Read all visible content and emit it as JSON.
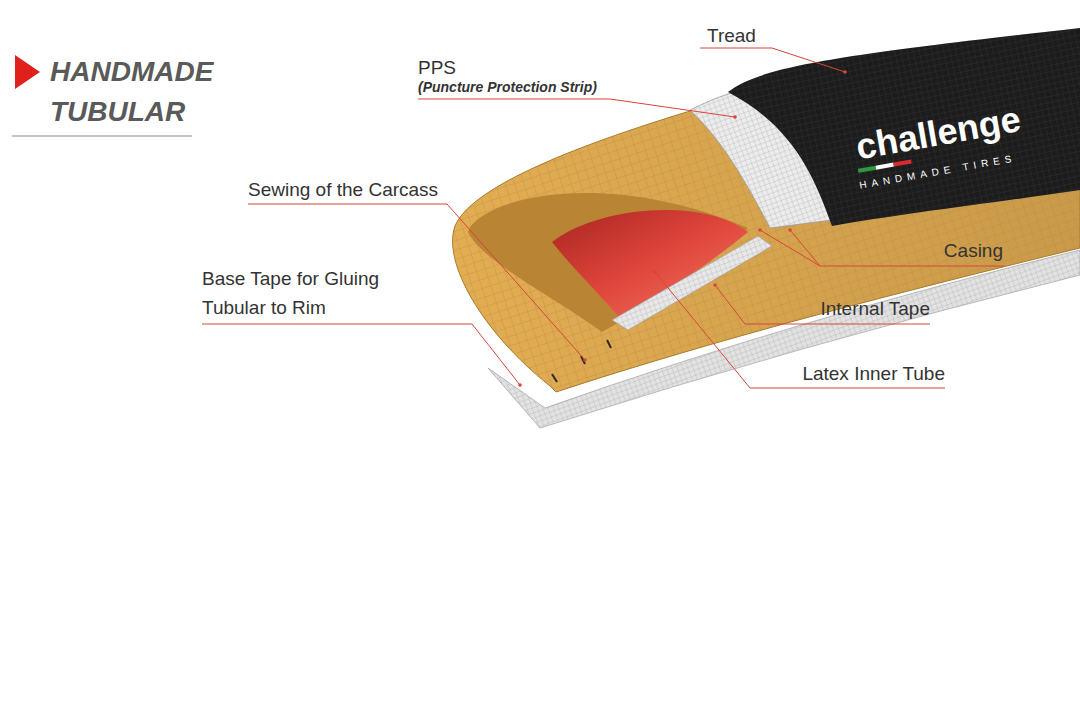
{
  "diagram": {
    "title": "HANDMADE TUBULAR",
    "labels": [
      "Tread",
      "PPS",
      "(Puncture Protection Strip)",
      "Sewing of the Carcass",
      "Base Tape for Gluing Tubular to Rim",
      "Casing",
      "Internal Tape",
      "Latex Inner Tube",
      "challenge",
      "HANDMADE TIRES"
    ]
  }
}
